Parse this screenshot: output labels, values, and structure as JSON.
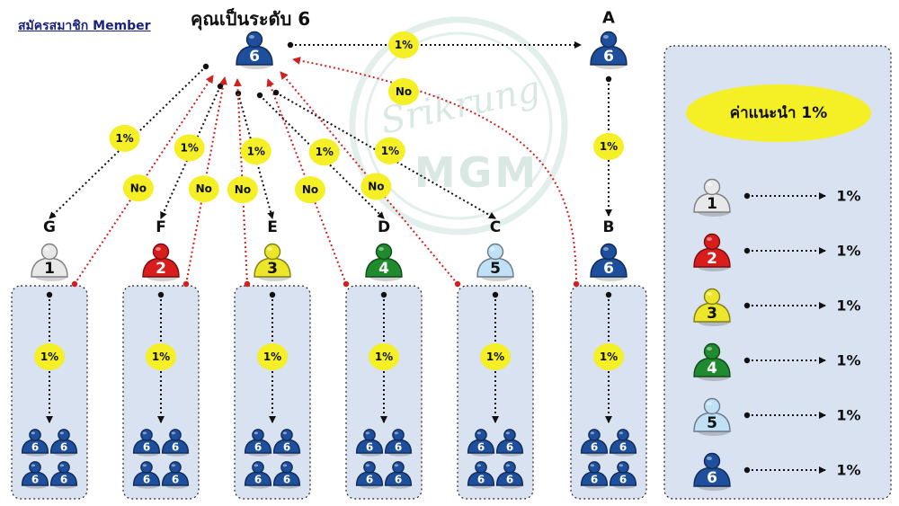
{
  "header": {
    "member_link": "สมัครสมาชิก Member",
    "title": "คุณเป็นระดับ 6"
  },
  "watermark": {
    "top": "Srikrung",
    "bottom": "MGM"
  },
  "colors": {
    "level1": "#e8e8e8",
    "level2": "#d91c1c",
    "level3": "#ece62a",
    "level4": "#1f8a2e",
    "level5": "#bfe0f5",
    "level6": "#1e4f9c",
    "badge": "#f5ef25",
    "group_bg": "#d9e2f1",
    "arrow_black": "#111111",
    "arrow_red": "#d21f1f"
  },
  "root": {
    "number": "6",
    "level": "level6"
  },
  "node_a": {
    "letter": "A",
    "number": "6",
    "level": "level6",
    "rate": "1%"
  },
  "link_a_to_b": {
    "rate": "1%"
  },
  "back_from_b": {
    "label": "No"
  },
  "members": [
    {
      "letter": "G",
      "number": "1",
      "level": "level1",
      "rate": "1%",
      "back": "No",
      "group_rate": "1%",
      "sub": [
        "6",
        "6",
        "6",
        "6"
      ]
    },
    {
      "letter": "F",
      "number": "2",
      "level": "level2",
      "rate": "1%",
      "back": "No",
      "group_rate": "1%",
      "sub": [
        "6",
        "6",
        "6",
        "6"
      ]
    },
    {
      "letter": "E",
      "number": "3",
      "level": "level3",
      "rate": "1%",
      "back": "No",
      "group_rate": "1%",
      "sub": [
        "6",
        "6",
        "6",
        "6"
      ]
    },
    {
      "letter": "D",
      "number": "4",
      "level": "level4",
      "rate": "1%",
      "back": "No",
      "group_rate": "1%",
      "sub": [
        "6",
        "6",
        "6",
        "6"
      ]
    },
    {
      "letter": "C",
      "number": "5",
      "level": "level5",
      "rate": "1%",
      "back": "No",
      "group_rate": "1%",
      "sub": [
        "6",
        "6",
        "6",
        "6"
      ]
    },
    {
      "letter": "B",
      "number": "6",
      "level": "level6",
      "group_rate": "1%",
      "sub": [
        "6",
        "6",
        "6",
        "6"
      ]
    }
  ],
  "legend": {
    "title": "ค่าแนะนำ 1%",
    "rows": [
      {
        "number": "1",
        "level": "level1",
        "rate": "1%"
      },
      {
        "number": "2",
        "level": "level2",
        "rate": "1%"
      },
      {
        "number": "3",
        "level": "level3",
        "rate": "1%"
      },
      {
        "number": "4",
        "level": "level4",
        "rate": "1%"
      },
      {
        "number": "5",
        "level": "level5",
        "rate": "1%"
      },
      {
        "number": "6",
        "level": "level6",
        "rate": "1%"
      }
    ]
  }
}
